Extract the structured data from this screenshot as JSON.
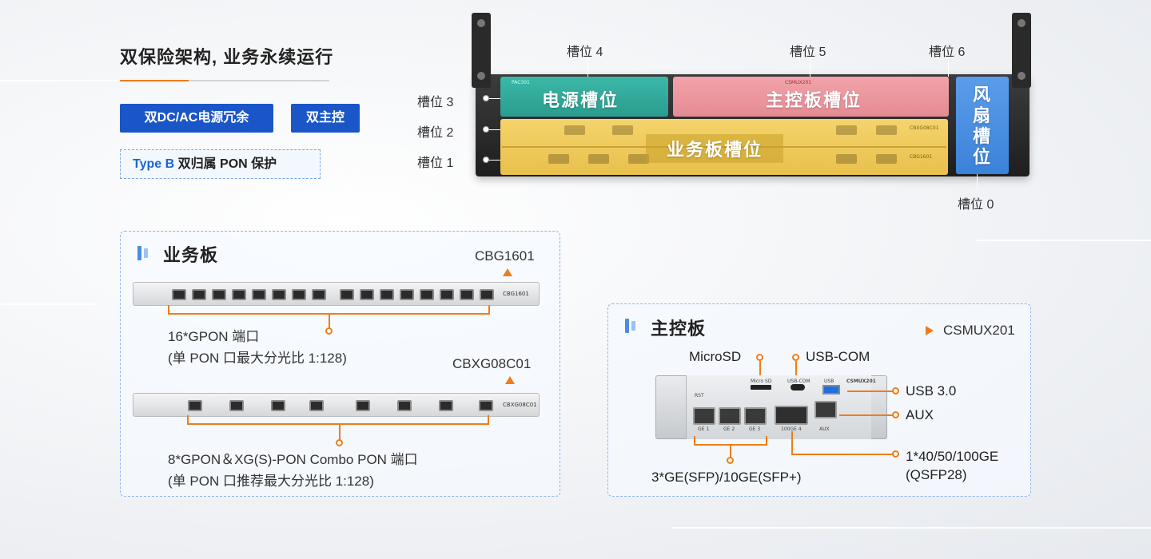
{
  "header": {
    "title": "双保险架构, 业务永续运行",
    "tag_power": "双DC/AC电源冗余",
    "tag_control": "双主控",
    "protection_prefix": "Type B",
    "protection_text": " 双归属 PON 保护"
  },
  "chassis": {
    "power_slot_label": "电源槽位",
    "main_slot_label": "主控板槽位",
    "service_slot_label": "业务板槽位",
    "fan_slot_label": "风扇槽位",
    "slot_numbers": {
      "s0": "槽位 0",
      "s1": "槽位 1",
      "s2": "槽位 2",
      "s3": "槽位 3",
      "s4": "槽位 4",
      "s5": "槽位 5",
      "s6": "槽位 6"
    },
    "silk": {
      "power": "PAC301",
      "main": "CSMUX201",
      "svc_top": "CBXG08C01",
      "svc_bottom": "CBG1601"
    }
  },
  "service_panel": {
    "title": "业务板",
    "card1_model": "CBG1601",
    "card1_desc_line1": "16*GPON 端口",
    "card1_desc_line2": "(单 PON 口最大分光比 1:128)",
    "card2_model": "CBXG08C01",
    "card2_desc_line1": "8*GPON＆XG(S)-PON Combo PON 端口",
    "card2_desc_line2": "(单 PON 口推荐最大分光比 1:128)"
  },
  "control_panel": {
    "title": "主控板",
    "model": "CSMUX201",
    "callouts": {
      "microsd": "MicroSD",
      "usb_com": "USB-COM",
      "usb3": "USB 3.0",
      "aux": "AUX",
      "qsfp_line1": "1*40/50/100GE",
      "qsfp_line2": "(QSFP28)",
      "ge": "3*GE(SFP)/10GE(SFP+)"
    },
    "silk": {
      "microsd": "Micro SD",
      "usbcom": "USB-COM",
      "usb": "USB",
      "model": "CSMUX201",
      "ge1": "GE 1",
      "ge2": "GE 2",
      "ge3": "GE 3",
      "g100": "100GE 4",
      "aux": "AUX",
      "rst": "RST"
    }
  },
  "colors": {
    "accent": "#ef7d1a",
    "tag_blue": "#1b56c8",
    "power_slot": "#2fa898",
    "main_slot": "#eb959c",
    "service_slot": "#eecb5c",
    "fan_slot": "#4a90e2"
  }
}
